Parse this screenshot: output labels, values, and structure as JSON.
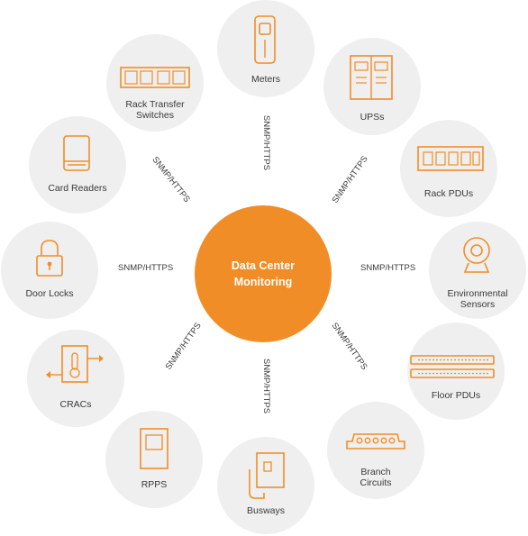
{
  "center": {
    "title_line1": "Data Center",
    "title_line2": "Monitoring"
  },
  "protocol_label": "SNMP/HTTPS",
  "colors": {
    "accent": "#f18d26",
    "node_bg": "#efefef",
    "text": "#3a3a3a"
  },
  "nodes": [
    {
      "label_line1": "Meters",
      "label_line2": "",
      "icon": "meter-icon"
    },
    {
      "label_line1": "UPSs",
      "label_line2": "",
      "icon": "ups-icon"
    },
    {
      "label_line1": "Rack PDUs",
      "label_line2": "",
      "icon": "rack-pdu-icon"
    },
    {
      "label_line1": "Environmental",
      "label_line2": "Sensors",
      "icon": "camera-sensor-icon"
    },
    {
      "label_line1": "Floor PDUs",
      "label_line2": "",
      "icon": "floor-pdu-icon"
    },
    {
      "label_line1": "Branch",
      "label_line2": "Circuits",
      "icon": "branch-circuit-icon"
    },
    {
      "label_line1": "Busways",
      "label_line2": "",
      "icon": "busway-icon"
    },
    {
      "label_line1": "RPPS",
      "label_line2": "",
      "icon": "rpp-icon"
    },
    {
      "label_line1": "CRACs",
      "label_line2": "",
      "icon": "thermometer-icon"
    },
    {
      "label_line1": "Door Locks",
      "label_line2": "",
      "icon": "lock-icon"
    },
    {
      "label_line1": "Card Readers",
      "label_line2": "",
      "icon": "card-reader-icon"
    },
    {
      "label_line1": "Rack Transfer",
      "label_line2": "Switches",
      "icon": "transfer-switch-icon"
    }
  ]
}
